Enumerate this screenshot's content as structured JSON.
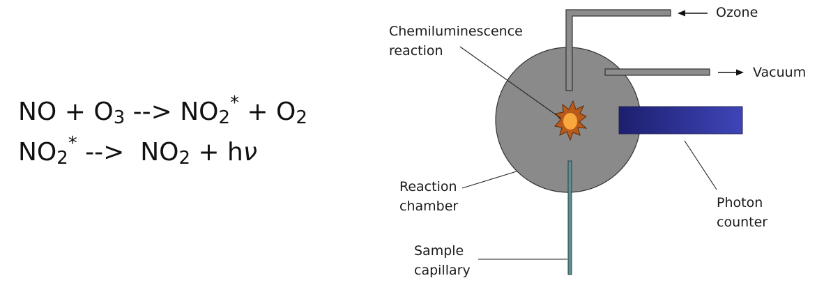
{
  "equations": {
    "line1": {
      "no": "NO",
      "plus_a": "+",
      "o": "O",
      "o_sub": "3",
      "arrow": "-->",
      "no2": "NO",
      "no2_sub": "2",
      "no2_sup": "*",
      "plus_b": "+",
      "o2": "O",
      "o2_sub": "2"
    },
    "line2": {
      "no2": "NO",
      "no2_sub": "2",
      "no2_sup": "*",
      "arrow": "-->",
      "prod": "NO",
      "prod_sub": "2",
      "plus": "+",
      "h": "h",
      "nu": "ν"
    }
  },
  "labels": {
    "ozone": "Ozone",
    "vacuum": "Vacuum",
    "chemiluminescence": "Chemiluminescence\nreaction",
    "reaction_chamber": "Reaction\nchamber",
    "photon_counter": "Photon\ncounter",
    "sample_capillary": "Sample\ncapillary"
  },
  "colors": {
    "chamber": "#8a8a8a",
    "tube": "#8c8c8c",
    "detector_dark": "#1c1f6e",
    "detector_light": "#3f45b8",
    "capillary": "#5f8f92",
    "flash_outer": "#b85a1a",
    "flash_inner": "#ffb040"
  }
}
